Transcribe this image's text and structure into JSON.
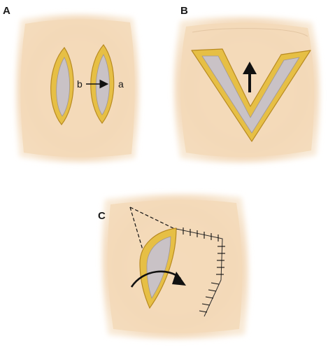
{
  "panels": [
    {
      "letter": "A",
      "labels": {
        "left": "b",
        "right": "a"
      }
    },
    {
      "letter": "B"
    },
    {
      "letter": "C"
    }
  ],
  "colors": {
    "skin": "#f4dcbc",
    "wound_rim": "#e6bf45",
    "wound_rim_outline": "#b88a22",
    "wound_bed": "#c9c2c6",
    "ink": "#111111"
  }
}
